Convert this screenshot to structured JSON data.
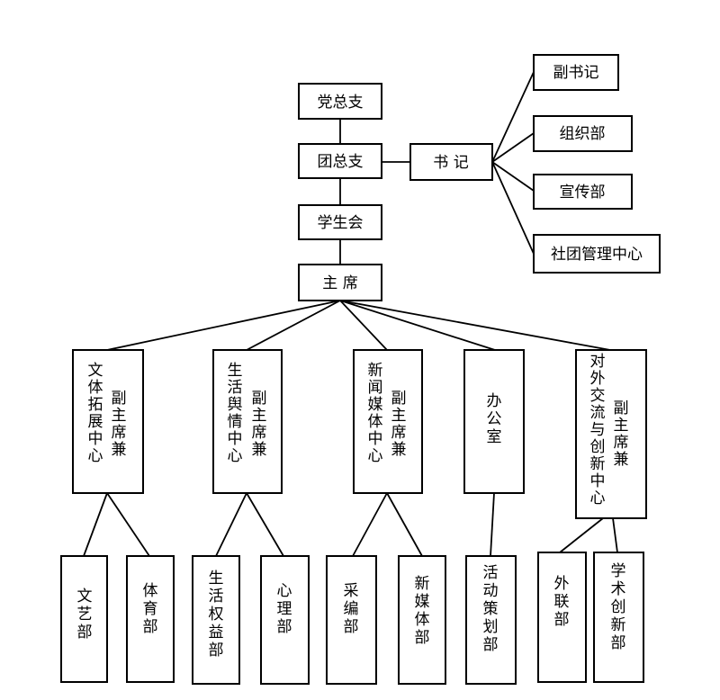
{
  "org": {
    "party": "党总支",
    "league": "团总支",
    "secretary": "书 记",
    "deputy_secretary": "副书记",
    "organization_dept": "组织部",
    "publicity_dept": "宣传部",
    "club_center": "社团管理中心",
    "student_union": "学生会",
    "chairman": "主 席",
    "vice_label": "副主席兼",
    "centers": {
      "sports": "文体拓展中心",
      "opinion": "生活舆情中心",
      "media": "新闻媒体中心",
      "office": "办公室",
      "exchange": "对外交流与创新中心"
    },
    "depts": {
      "arts": "文艺部",
      "pe": "体育部",
      "rights": "生活权益部",
      "psych": "心理部",
      "editing": "采编部",
      "newmedia": "新媒体部",
      "planning": "活动策划部",
      "liaison": "外联部",
      "academic": "学术创新部"
    }
  }
}
